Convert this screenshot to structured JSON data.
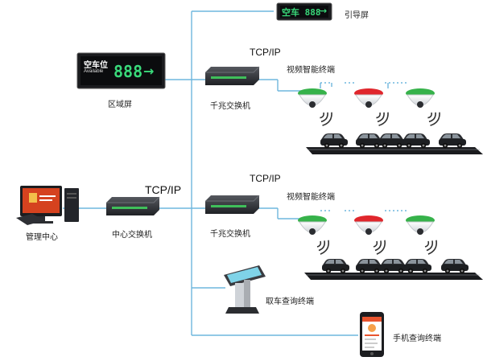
{
  "colors": {
    "line": "#6fb7dd",
    "led_green": "#39d97a",
    "cam_green": "#36b24a",
    "cam_red": "#e0262c",
    "device_dark": "#2b2d31"
  },
  "icons": [
    "guide-screen-icon",
    "area-screen-icon",
    "switch-icon",
    "camera-icon",
    "wifi-signal-icon",
    "car-icon",
    "computer-icon",
    "kiosk-icon",
    "phone-icon"
  ],
  "guide_screen": {
    "label": "引导屏",
    "display": "空车 888",
    "arrow": "→"
  },
  "area_screen": {
    "label": "区域屏",
    "display_top": "空车位",
    "display_sub": "Available",
    "digits": "888",
    "arrow": "→"
  },
  "protocols": {
    "top": "TCP/IP",
    "middle": "TCP/IP",
    "left": "TCP/IP"
  },
  "switch_top": {
    "label": "千兆交换机"
  },
  "switch_mid": {
    "label": "千兆交换机"
  },
  "switch_center": {
    "label": "中心交换机"
  },
  "terminal_top": {
    "label": "视频智能终端"
  },
  "terminal_mid": {
    "label": "视频智能终端"
  },
  "management": {
    "label": "管理中心"
  },
  "kiosk": {
    "label": "取车查询终端"
  },
  "phone": {
    "label": "手机查询终端"
  }
}
